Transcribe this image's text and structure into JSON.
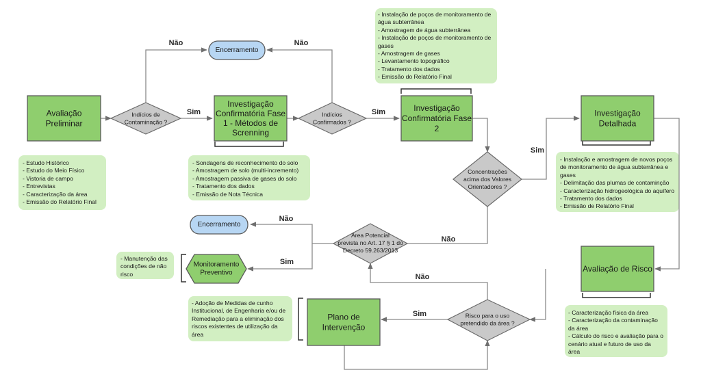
{
  "process_boxes": {
    "avaliacao_preliminar": [
      "Avaliação",
      "Preliminar"
    ],
    "inv_fase1": [
      "Investigação",
      "Confirmatória Fase",
      "1 - Métodos de",
      "Screnning"
    ],
    "inv_fase2": [
      "Investigação",
      "Confirmatória Fase",
      "2"
    ],
    "inv_detalhada": [
      "Investigação",
      "Detalhada"
    ],
    "avaliacao_risco": [
      "Avaliação de Risco"
    ],
    "plano_intervencao": [
      "Plano de",
      "Intervenção"
    ]
  },
  "terminals": {
    "encerramento_top": "Encerramento",
    "encerramento_mid": "Encerramento",
    "monitoramento": [
      "Monitoramento",
      "Preventivo"
    ]
  },
  "decisions": {
    "indicios_contaminacao": [
      "Indícios de",
      "Contaminação ?"
    ],
    "indicios_confirmados": [
      "Indícios",
      "Confirmados ?"
    ],
    "concentracoes": [
      "Concentrações",
      "acima dos Valores",
      "Orientadores ?"
    ],
    "area_potencial": [
      "Área Potencial",
      "prevista no Art. 17 § 1 do",
      "Decreto 59.263/2013"
    ],
    "risco_uso": [
      "Risco para o uso",
      "pretendido da área ?"
    ]
  },
  "edge_labels": {
    "nao_1": "Não",
    "sim_1": "Sim",
    "nao_2": "Não",
    "sim_2": "Sim",
    "sim_3": "Sim",
    "nao_3": "Não",
    "nao_4": "Não",
    "sim_4": "Sim",
    "sim_5": "Sim",
    "nao_5": "Não"
  },
  "notes": {
    "preliminar": [
      "- Estudo Histórico",
      "- Estudo do Meio Físico",
      "- Vistoria de campo",
      "- Entrevistas",
      "- Caracterização da área",
      "- Emissão do Relatório Final"
    ],
    "fase1": [
      "- Sondagens de reconhecimento do solo",
      "- Amostragem de solo (multi-incremento)",
      "- Amostragem passiva de gases do solo",
      "- Tratamento dos dados",
      "- Emissão de Nota Técnica"
    ],
    "fase2": [
      "- Instalação de poços de monitoramento de",
      "água subterrânea",
      "- Amostragem de água subterrânea",
      "- Instalação de poços de monitoramento de",
      "gases",
      "- Amostragem de gases",
      "- Levantamento topográfico",
      "- Tratamento dos dados",
      "- Emissão do Relatório Final"
    ],
    "detalhada": [
      "- Instalação e amostragem de novos poços",
      "de monitoramento de água subterrânea e",
      "gases",
      "- Delimitação das plumas de contaminção",
      "- Caracterização hidrogeológica do aquífero",
      "- Tratamento dos dados",
      "- Emissão de Relatório Final"
    ],
    "risco": [
      "- Caracterização física da área",
      "- Caracterização da contaminação",
      "da área",
      "- Cálculo do risco e avaliação para o",
      "cenário atual e futuro de uso da",
      "área"
    ],
    "intervencao": [
      "- Adoção de Medidas de cunho",
      "Institucional, de Engenharia e/ou de",
      "Remediação para a eliminação dos",
      "riscos existentes de utilização da",
      "área"
    ],
    "monitoramento": [
      "- Manutenção das",
      "condições de não",
      "risco"
    ]
  },
  "colors": {
    "process_fill": "#8fce6e",
    "process_border": "#5a5a5a",
    "note_fill": "#d2efc2",
    "terminal_fill": "#b7d6f3",
    "decision_fill": "#c9c9c9",
    "line": "#8a8a8a",
    "arrow": "#6f6f6f"
  }
}
